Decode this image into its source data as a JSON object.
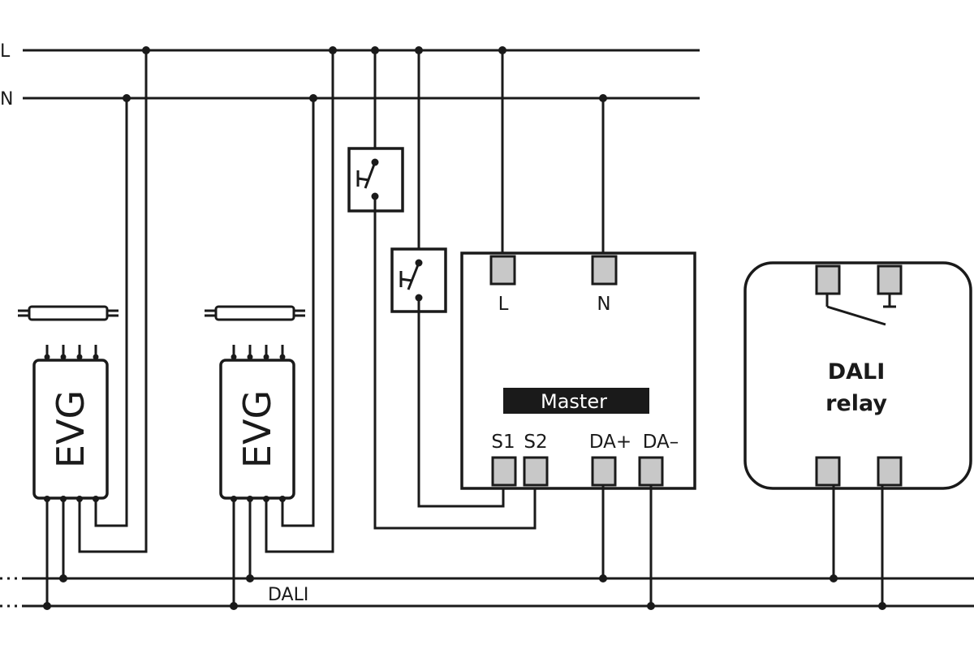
{
  "bus_labels": {
    "line": "L",
    "neutral": "N",
    "dali": "DALI"
  },
  "ballasts": [
    {
      "label": "EVG"
    },
    {
      "label": "EVG"
    }
  ],
  "master": {
    "title": "Master",
    "terminals": {
      "l": "L",
      "n": "N",
      "s1": "S1",
      "s2": "S2",
      "da_plus": "DA+",
      "da_minus": "DA–"
    }
  },
  "relay": {
    "title_line1": "DALI",
    "title_line2": "relay"
  }
}
